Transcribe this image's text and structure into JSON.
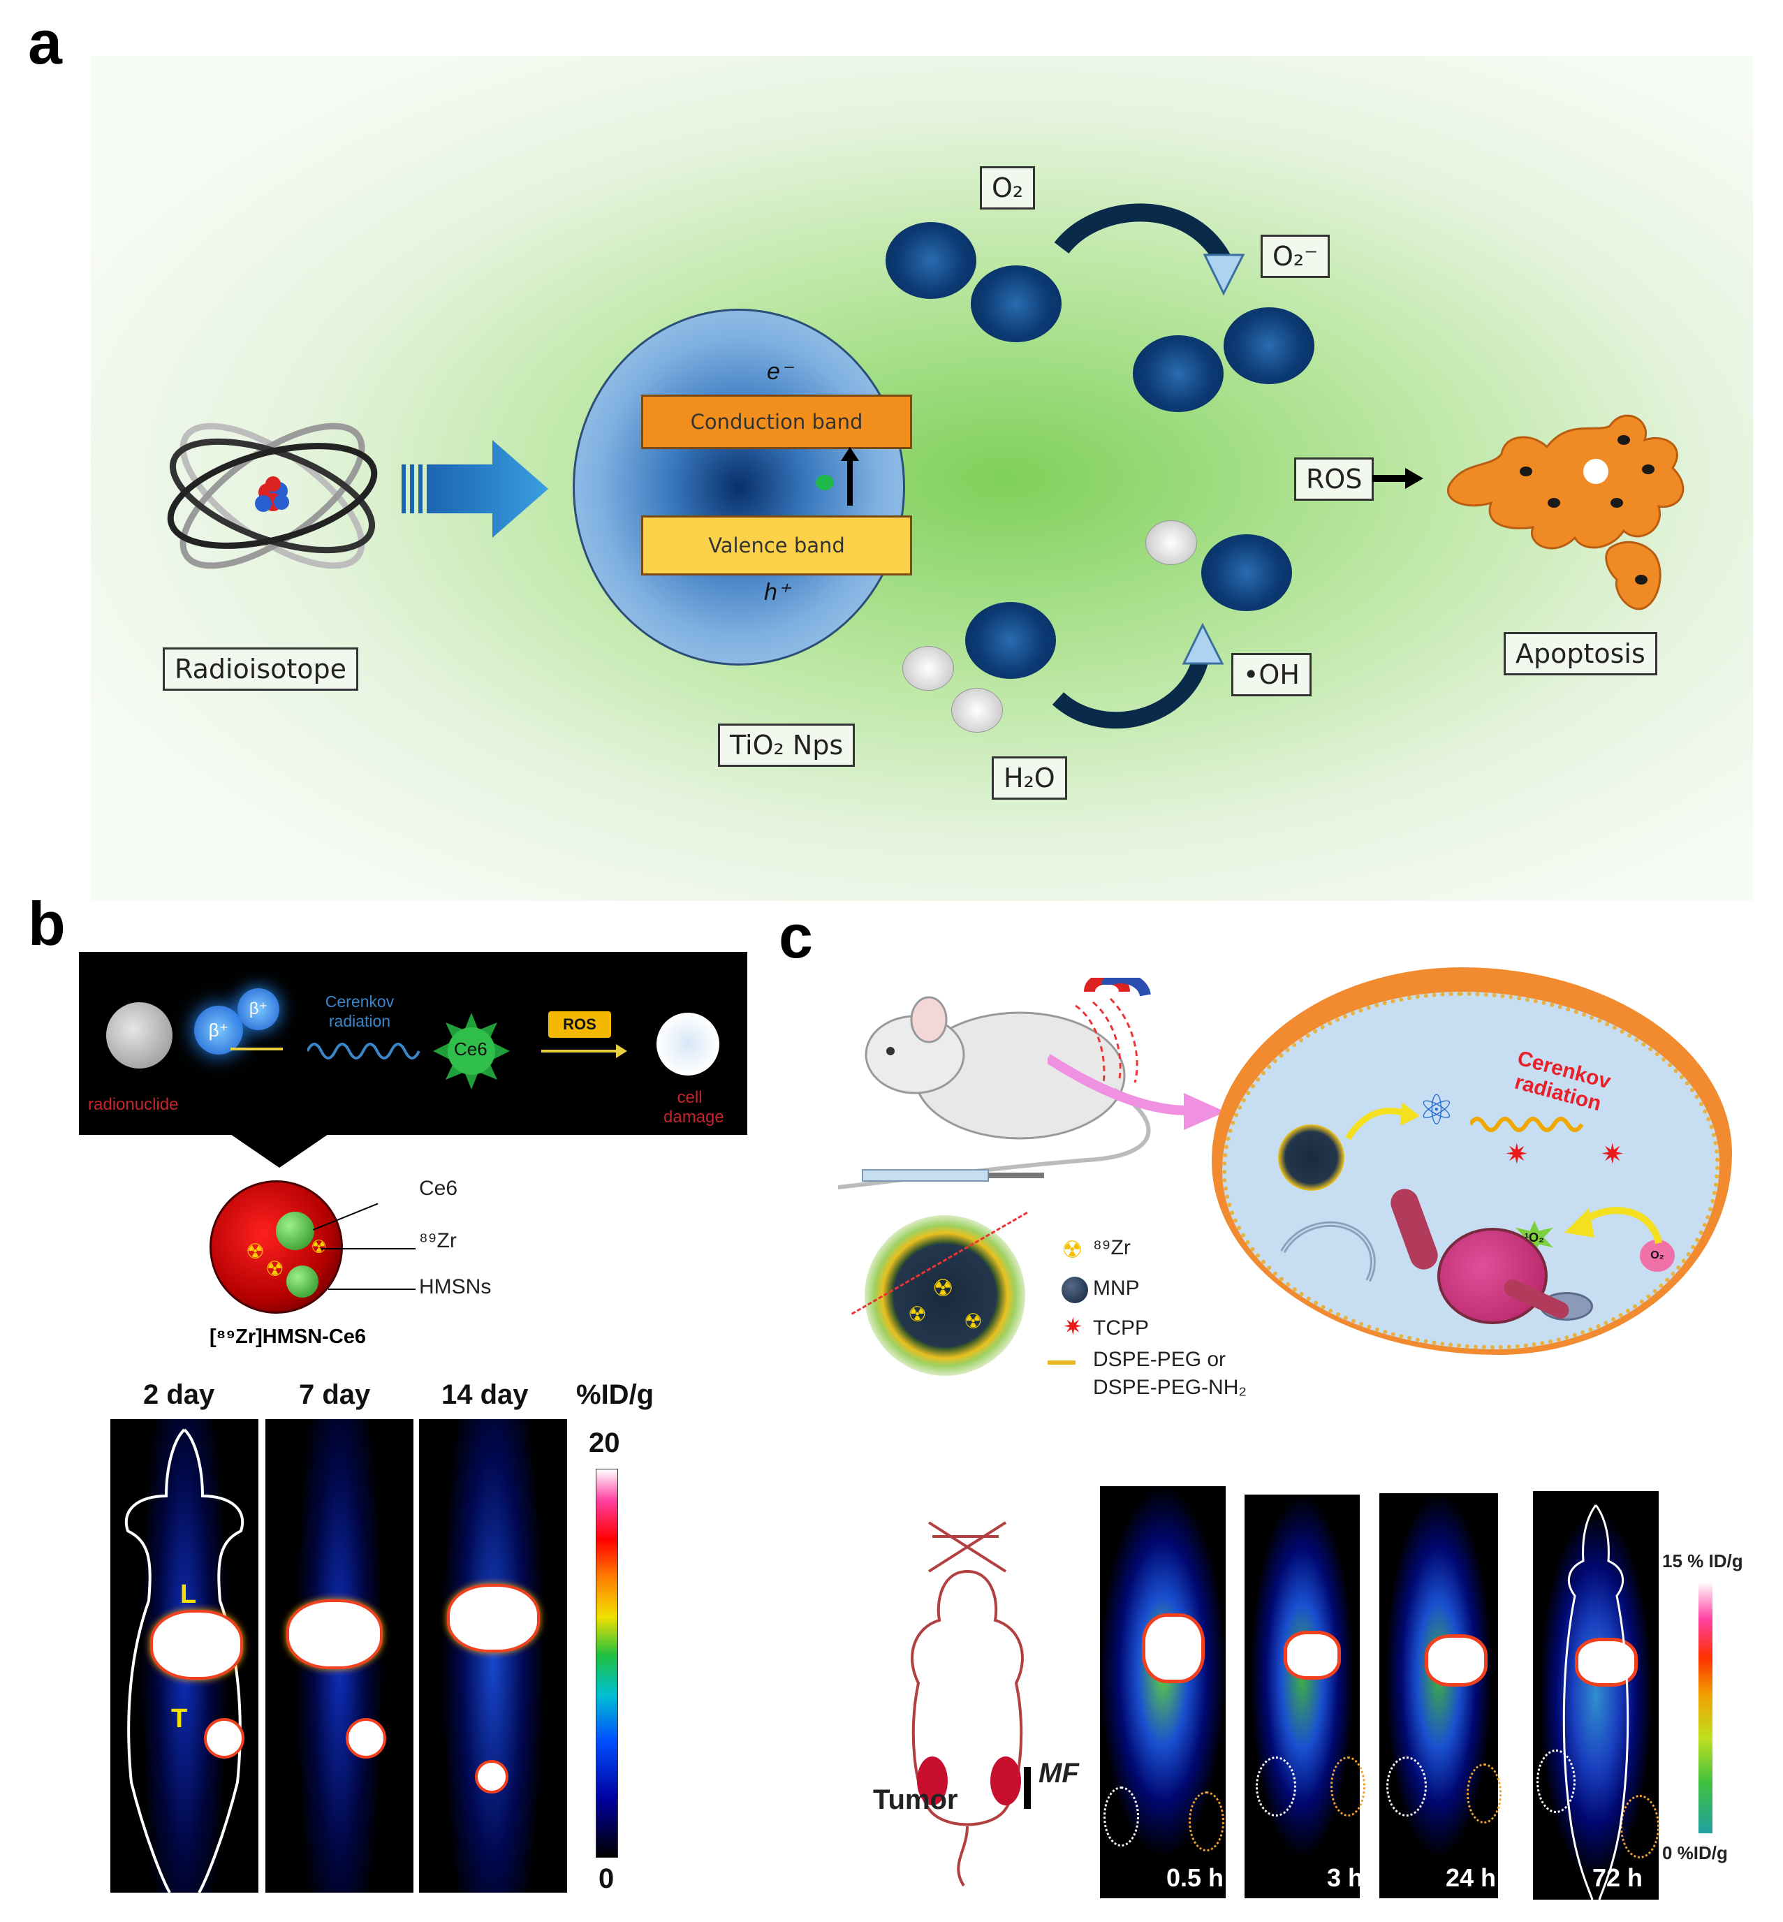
{
  "panel_a": {
    "label": "a",
    "radioisotope": "Radioisotope",
    "tio2": "TiO₂ Nps",
    "conduction_band": "Conduction band",
    "valence_band": "Valence band",
    "electron": "e⁻",
    "hole": "h⁺",
    "o2": "O₂",
    "superoxide": "O₂⁻",
    "ros": "ROS",
    "hydroxyl": "•OH",
    "water": "H₂O",
    "apoptosis": "Apoptosis",
    "colors": {
      "bg_green": "#8fd66a",
      "band_orange": "#f28f1c",
      "band_yellow": "#fcd24a",
      "sphere_blue": "#0d3f7a",
      "cell_orange": "#f08a24"
    }
  },
  "panel_b": {
    "label": "b",
    "radionuclide": "radionuclide",
    "beta1": "β⁺",
    "beta2": "β⁺",
    "cerenkov": "Cerenkov radiation",
    "ce6_node": "Ce6",
    "ros": "ROS",
    "cell_damage": "cell damage",
    "ce6": "Ce6",
    "zr": "⁸⁹Zr",
    "hmsns": "HMSNs",
    "particle_name": "[⁸⁹Zr]HMSN-Ce6",
    "days": [
      "2 day",
      "7 day",
      "14 day"
    ],
    "unit": "%ID/g",
    "scale_max": "20",
    "scale_min": "0",
    "liver": "L",
    "tumor": "T"
  },
  "panel_c": {
    "label": "c",
    "cerenkov": "Cerenkov radiation",
    "singlet_o2": "¹O₂",
    "o2": "O₂",
    "legend": [
      "⁸⁹Zr",
      "MNP",
      "TCPP",
      "DSPE-PEG or",
      "DSPE-PEG-NH₂"
    ],
    "tumor": "Tumor",
    "mf": "MF",
    "times": [
      "0.5 h",
      "3 h",
      "24 h",
      "72 h"
    ],
    "scale_max": "15 % ID/g",
    "scale_min": "0 %ID/g"
  }
}
